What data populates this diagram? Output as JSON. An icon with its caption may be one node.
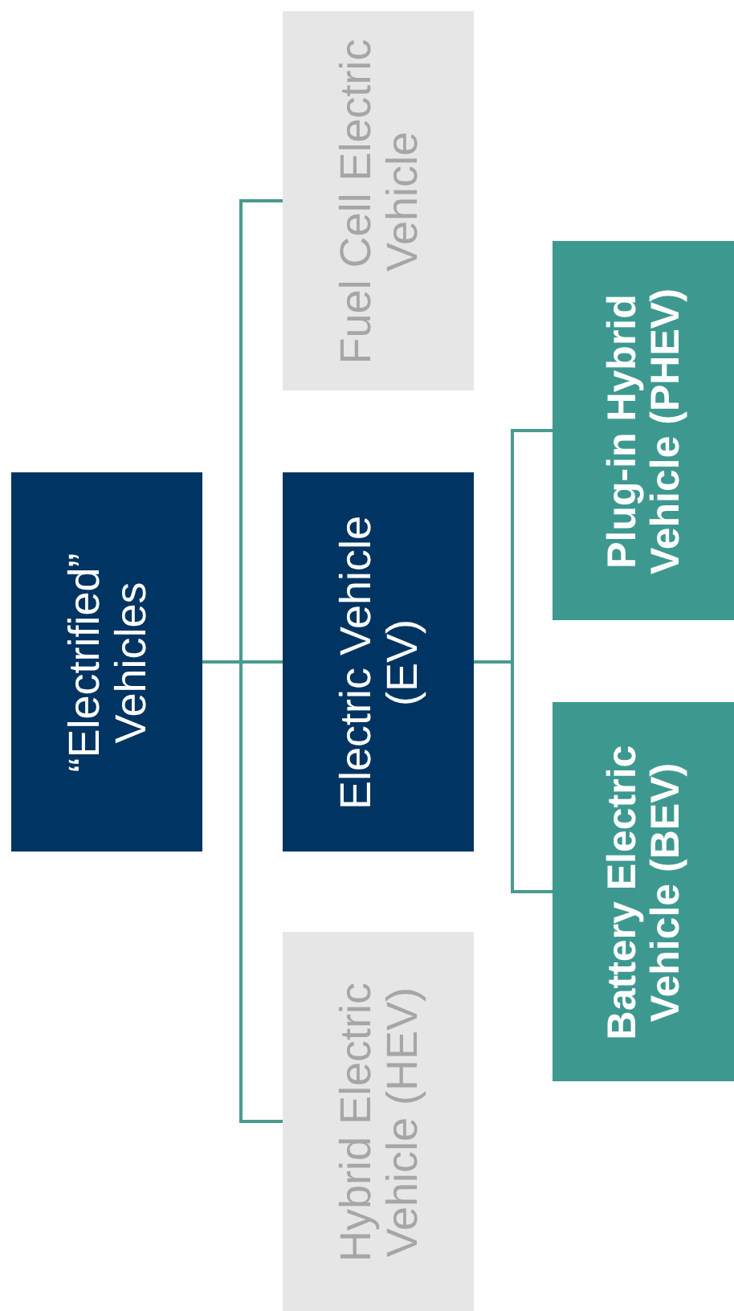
{
  "diagram": {
    "nodes": [
      {
        "text": [
          "“Electrified” Vehicles"
        ]
      },
      {
        "text": [
          "Fuel Cell Electric Vehicle"
        ]
      },
      {
        "text": [
          "Electric Vehicle (EV)"
        ]
      },
      {
        "text": [
          "Hybrid Electric Vehicle (HEV)"
        ]
      },
      {
        "text": [
          "Plug-in Hybrid Vehicle (PHEV)"
        ]
      },
      {
        "text": [
          "Battery Electric Vehicle (BEV)"
        ]
      }
    ],
    "edges": [
      {
        "from": 0,
        "to": 1,
        "arrow": "none"
      },
      {
        "from": 0,
        "to": 2,
        "arrow": "none"
      },
      {
        "from": 0,
        "to": 3,
        "arrow": "none"
      },
      {
        "from": 2,
        "to": 4,
        "arrow": "none"
      },
      {
        "from": 2,
        "to": 5,
        "arrow": "none"
      }
    ]
  }
}
